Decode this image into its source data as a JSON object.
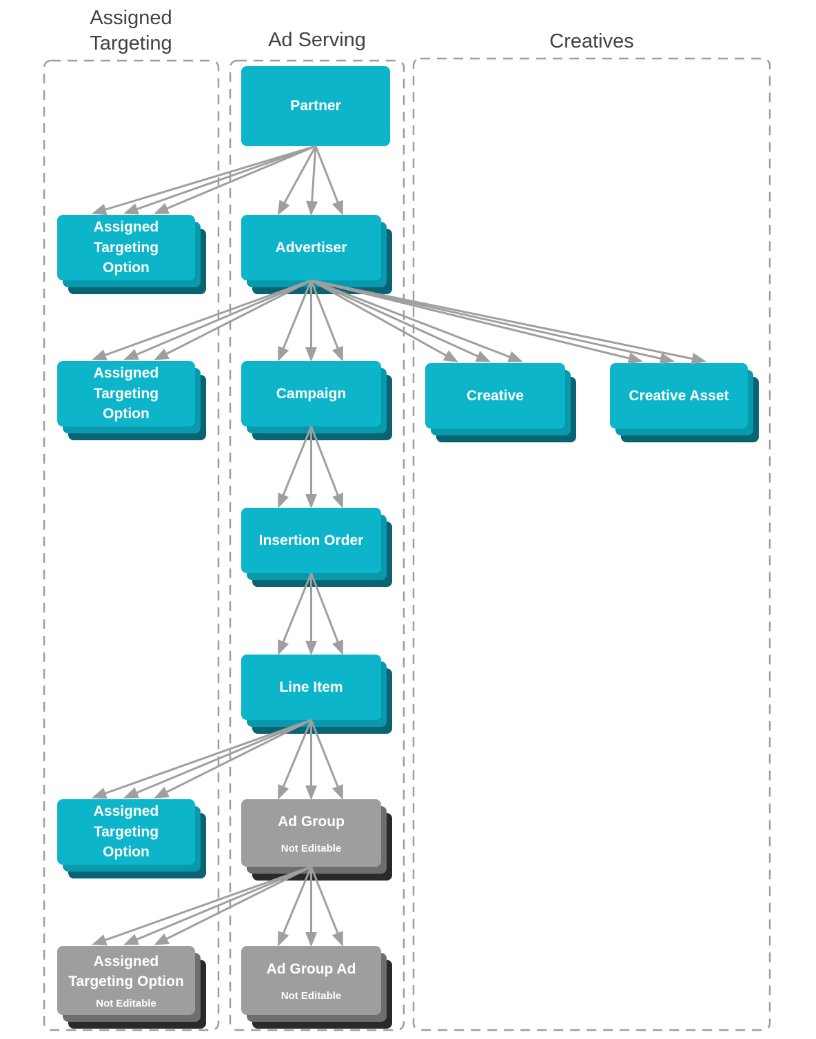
{
  "columns": {
    "assigned_targeting": {
      "title": "Assigned Targeting"
    },
    "ad_serving": {
      "title": "Ad Serving"
    },
    "creatives": {
      "title": "Creatives"
    }
  },
  "nodes": {
    "partner": {
      "label": "Partner"
    },
    "assigned_targeting_option_1": {
      "label": "Assigned Targeting Option"
    },
    "advertiser": {
      "label": "Advertiser"
    },
    "assigned_targeting_option_2": {
      "label": "Assigned Targeting Option"
    },
    "campaign": {
      "label": "Campaign"
    },
    "creative": {
      "label": "Creative"
    },
    "creative_asset": {
      "label": "Creative Asset"
    },
    "insertion_order": {
      "label": "Insertion Order"
    },
    "line_item": {
      "label": "Line Item"
    },
    "assigned_targeting_option_3": {
      "label": "Assigned Targeting Option"
    },
    "ad_group": {
      "label": "Ad Group",
      "note": "Not Editable"
    },
    "assigned_targeting_option_4": {
      "label": "Assigned Targeting Option",
      "note": "Not Editable"
    },
    "ad_group_ad": {
      "label": "Ad Group Ad",
      "note": "Not Editable"
    }
  },
  "edges": [
    {
      "from": "partner",
      "to": "assigned_targeting_option_1"
    },
    {
      "from": "partner",
      "to": "advertiser"
    },
    {
      "from": "advertiser",
      "to": "assigned_targeting_option_2"
    },
    {
      "from": "advertiser",
      "to": "campaign"
    },
    {
      "from": "advertiser",
      "to": "creative"
    },
    {
      "from": "advertiser",
      "to": "creative_asset"
    },
    {
      "from": "campaign",
      "to": "insertion_order"
    },
    {
      "from": "insertion_order",
      "to": "line_item"
    },
    {
      "from": "line_item",
      "to": "assigned_targeting_option_3"
    },
    {
      "from": "line_item",
      "to": "ad_group"
    },
    {
      "from": "ad_group",
      "to": "assigned_targeting_option_4"
    },
    {
      "from": "ad_group",
      "to": "ad_group_ad"
    }
  ],
  "colors": {
    "teal": "#0db5cb",
    "teal_mid": "#0899ac",
    "teal_back": "#086372",
    "gray": "#9e9e9e",
    "gray_mid": "#6e6e6e",
    "gray_back": "#2a2a2a",
    "arrow": "#9f9f9f",
    "border": "#9e9e9e",
    "title": "#404245",
    "boxtext": "#ffffff"
  }
}
